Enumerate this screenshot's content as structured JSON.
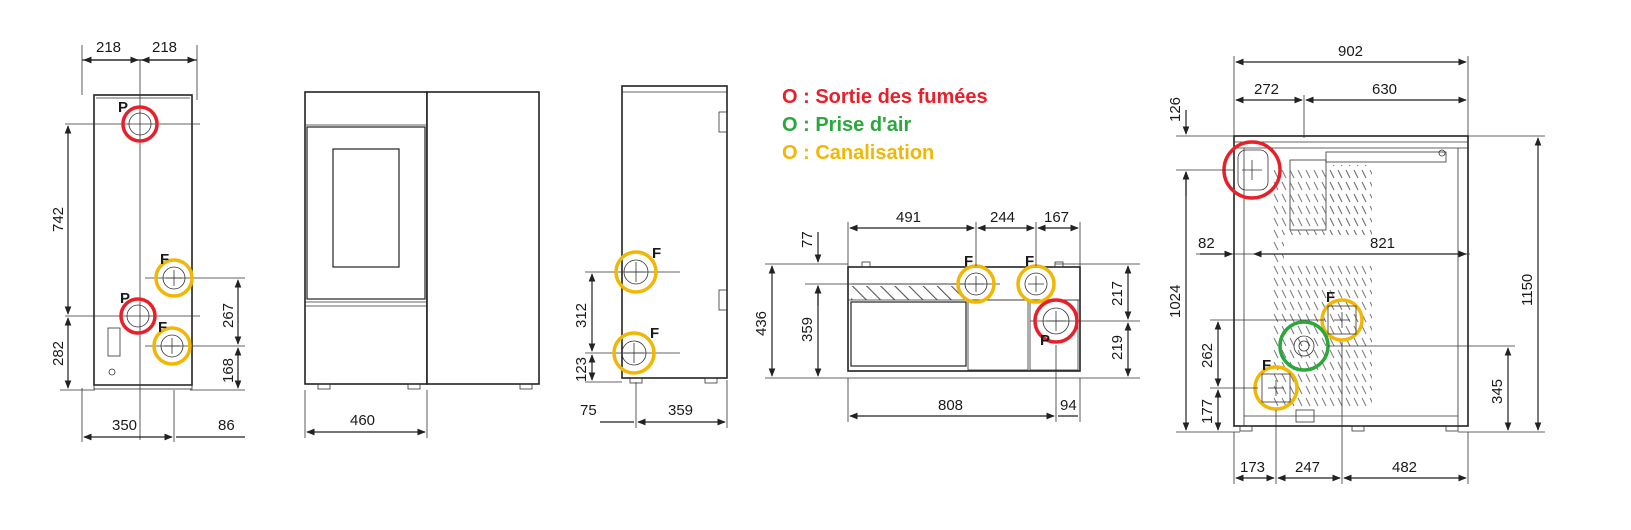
{
  "legend": {
    "exhaust": "O : Sortie des fumées",
    "air_intake": "O : Prise d'air",
    "ducting": "O : Canalisation"
  },
  "colors": {
    "exhaust": "#e8202a",
    "air_intake": "#2aa83c",
    "ducting": "#f2b705"
  },
  "labels": {
    "P": "P",
    "F": "F"
  },
  "view1": {
    "d_top_left": "218",
    "d_top_right": "218",
    "d_742": "742",
    "d_282": "282",
    "d_267": "267",
    "d_168": "168",
    "d_350": "350",
    "d_86": "86"
  },
  "view2": {
    "d_460": "460"
  },
  "view3": {
    "d_312": "312",
    "d_123": "123",
    "d_75": "75",
    "d_359": "359"
  },
  "view4": {
    "d_491": "491",
    "d_244": "244",
    "d_167": "167",
    "d_77": "77",
    "d_436": "436",
    "d_359": "359",
    "d_217": "217",
    "d_219": "219",
    "d_808": "808",
    "d_94": "94"
  },
  "view5": {
    "d_902": "902",
    "d_272": "272",
    "d_630": "630",
    "d_126": "126",
    "d_82": "82",
    "d_821": "821",
    "d_1024": "1024",
    "d_1150": "1150",
    "d_262": "262",
    "d_345": "345",
    "d_177": "177",
    "d_173": "173",
    "d_247": "247",
    "d_482": "482"
  }
}
